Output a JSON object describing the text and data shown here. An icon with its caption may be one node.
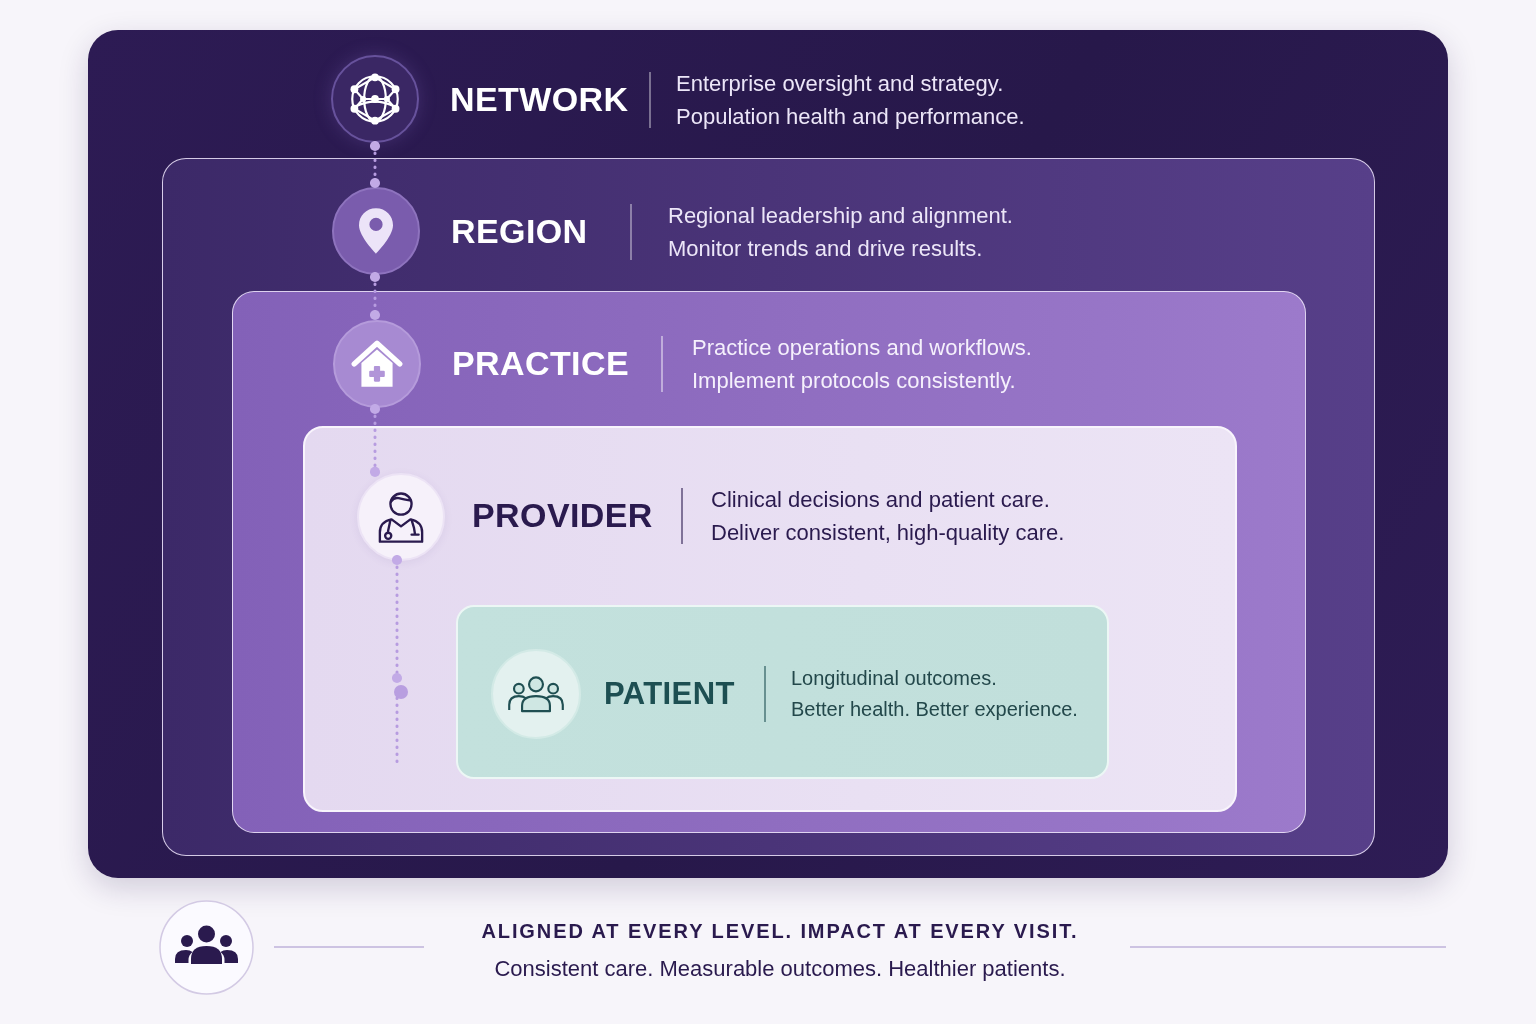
{
  "diagram": {
    "nodes": [
      {
        "text": [
          "NETWORK",
          "Enterprise oversight and strategy.",
          "Population health and performance."
        ]
      },
      {
        "text": [],
        "shape": "circle",
        "in": 0
      },
      {
        "text": [
          "REGION",
          "Regional leadership and alignment.",
          "Monitor trends and drive results."
        ],
        "in": 0
      },
      {
        "text": [],
        "shape": "circle",
        "in": 2
      },
      {
        "text": [
          "PRACTICE",
          "Practice operations and workflows.",
          "Implement protocols consistently."
        ],
        "in": 2
      },
      {
        "text": [],
        "shape": "circle",
        "in": 4
      },
      {
        "text": [
          "PROVIDER",
          "Clinical decisions and patient care.",
          "Deliver consistent, high-quality care."
        ],
        "in": 4
      },
      {
        "text": [],
        "shape": "circle",
        "in": 6
      },
      {
        "text": [],
        "shape": "circle",
        "in": 6
      },
      {
        "text": [
          "PATIENT",
          "Longitudinal outcomes.",
          "Better health. Better experience."
        ],
        "in": 6
      },
      {
        "text": [],
        "shape": "circle",
        "in": 9
      }
    ],
    "edges": [
      {
        "from": 1,
        "to": 3,
        "arrow": "other",
        "style": "dashed"
      },
      {
        "from": 3,
        "to": 5,
        "arrow": "other",
        "style": "dashed"
      },
      {
        "from": 5,
        "to": 7,
        "arrow": "other",
        "style": "dashed"
      },
      {
        "from": 7,
        "to": 8,
        "arrow": "other",
        "style": "dashed"
      },
      {
        "from": 8,
        "to": null,
        "arrow": "none",
        "style": "dashed"
      }
    ],
    "labels": [
      "ALIGNED AT EVERY LEVEL. IMPACT AT EVERY VISIT.",
      "Consistent care. Measurable outcomes. Healthier patients."
    ]
  }
}
